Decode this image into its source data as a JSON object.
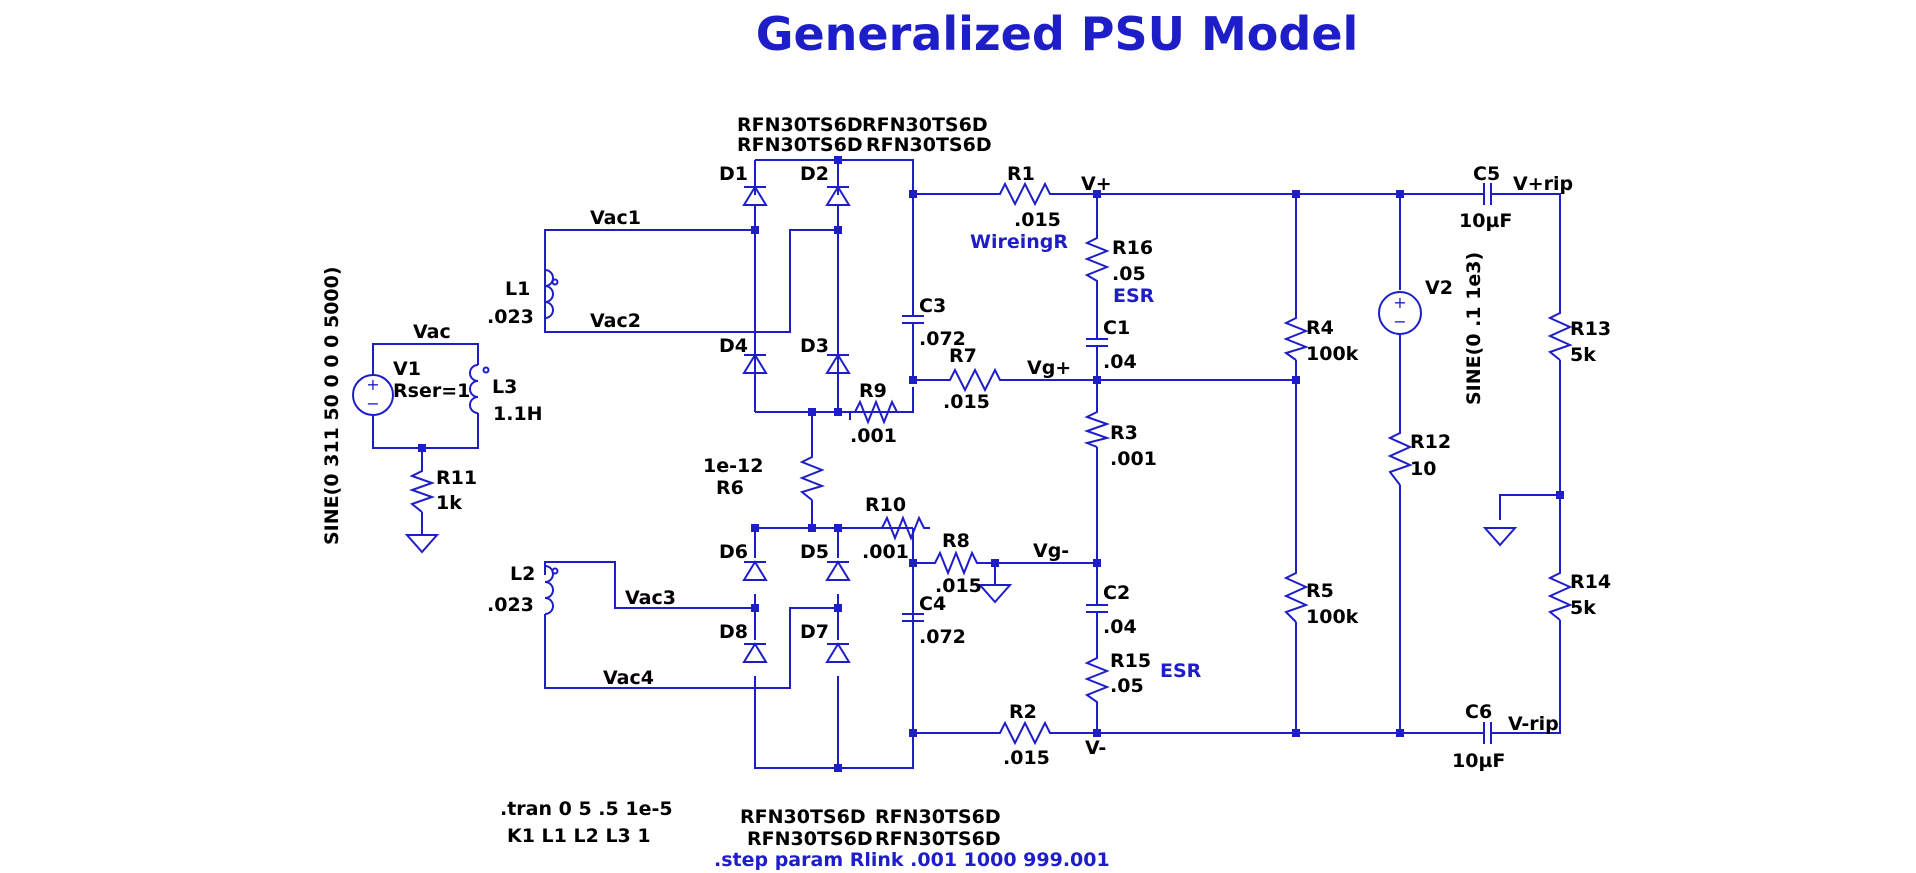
{
  "title": "Generalized PSU Model",
  "colors": {
    "wire": "#1e1ec8",
    "text": "#000000",
    "annotation": "#1e1ec8",
    "background": "#ffffff"
  },
  "components": {
    "D1": {
      "ref": "D1",
      "model": "RFN30TS6D"
    },
    "D2": {
      "ref": "D2",
      "model": "RFN30TS6D"
    },
    "D3": {
      "ref": "D3",
      "model": "RFN30TS6D"
    },
    "D4": {
      "ref": "D4",
      "model": "RFN30TS6D"
    },
    "D5": {
      "ref": "D5",
      "model": "RFN30TS6D"
    },
    "D6": {
      "ref": "D6",
      "model": "RFN30TS6D"
    },
    "D7": {
      "ref": "D7",
      "model": "RFN30TS6D"
    },
    "D8": {
      "ref": "D8",
      "model": "RFN30TS6D"
    },
    "R1": {
      "ref": "R1",
      "value": ".015",
      "note": "WireingR"
    },
    "R2": {
      "ref": "R2",
      "value": ".015"
    },
    "R3": {
      "ref": "R3",
      "value": ".001"
    },
    "R4": {
      "ref": "R4",
      "value": "100k"
    },
    "R5": {
      "ref": "R5",
      "value": "100k"
    },
    "R6": {
      "ref": "R6",
      "value": "1e-12"
    },
    "R7": {
      "ref": "R7",
      "value": ".015"
    },
    "R8": {
      "ref": "R8",
      "value": ".015"
    },
    "R9": {
      "ref": "R9",
      "value": ".001"
    },
    "R10": {
      "ref": "R10",
      "value": ".001"
    },
    "R11": {
      "ref": "R11",
      "value": "1k"
    },
    "R12": {
      "ref": "R12",
      "value": "10"
    },
    "R13": {
      "ref": "R13",
      "value": "5k"
    },
    "R14": {
      "ref": "R14",
      "value": "5k"
    },
    "R15": {
      "ref": "R15",
      "value": ".05",
      "note": "ESR"
    },
    "R16": {
      "ref": "R16",
      "value": ".05",
      "note": "ESR"
    },
    "C1": {
      "ref": "C1",
      "value": ".04"
    },
    "C2": {
      "ref": "C2",
      "value": ".04"
    },
    "C3": {
      "ref": "C3",
      "value": ".072"
    },
    "C4": {
      "ref": "C4",
      "value": ".072"
    },
    "C5": {
      "ref": "C5",
      "value": "10µF"
    },
    "C6": {
      "ref": "C6",
      "value": "10µF"
    },
    "L1": {
      "ref": "L1",
      "value": ".023"
    },
    "L2": {
      "ref": "L2",
      "value": ".023"
    },
    "L3": {
      "ref": "L3",
      "value": "1.1H"
    },
    "V1": {
      "ref": "V1",
      "param": "Rser=1",
      "source": "SINE(0 311 50 0 0 0 5000)"
    },
    "V2": {
      "ref": "V2",
      "source": "SINE(0 .1 1e3)"
    }
  },
  "nets": {
    "vac": "Vac",
    "vac1": "Vac1",
    "vac2": "Vac2",
    "vac3": "Vac3",
    "vac4": "Vac4",
    "vplus": "V+",
    "vminus": "V-",
    "vgplus": "Vg+",
    "vgminus": "Vg-",
    "vplusrip": "V+rip",
    "vminusrip": "V-rip"
  },
  "directives": {
    "tran": ".tran 0 5 .5 1e-5",
    "coupling": "K1 L1 L2 L3 1",
    "step": ".step param Rlink .001 1000 999.001"
  }
}
